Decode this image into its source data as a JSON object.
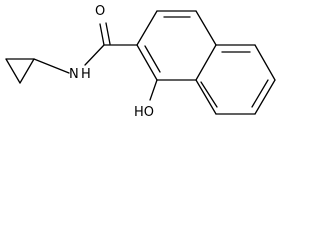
{
  "molecule": {
    "atoms": {
      "oxygen_carbonyl": "O",
      "amide_nitrogen": "N",
      "amide_hydrogen": "H",
      "hydroxyl": "HO"
    },
    "colors": {
      "bond": "#000000",
      "label": "#000000",
      "background": "#ffffff"
    }
  }
}
